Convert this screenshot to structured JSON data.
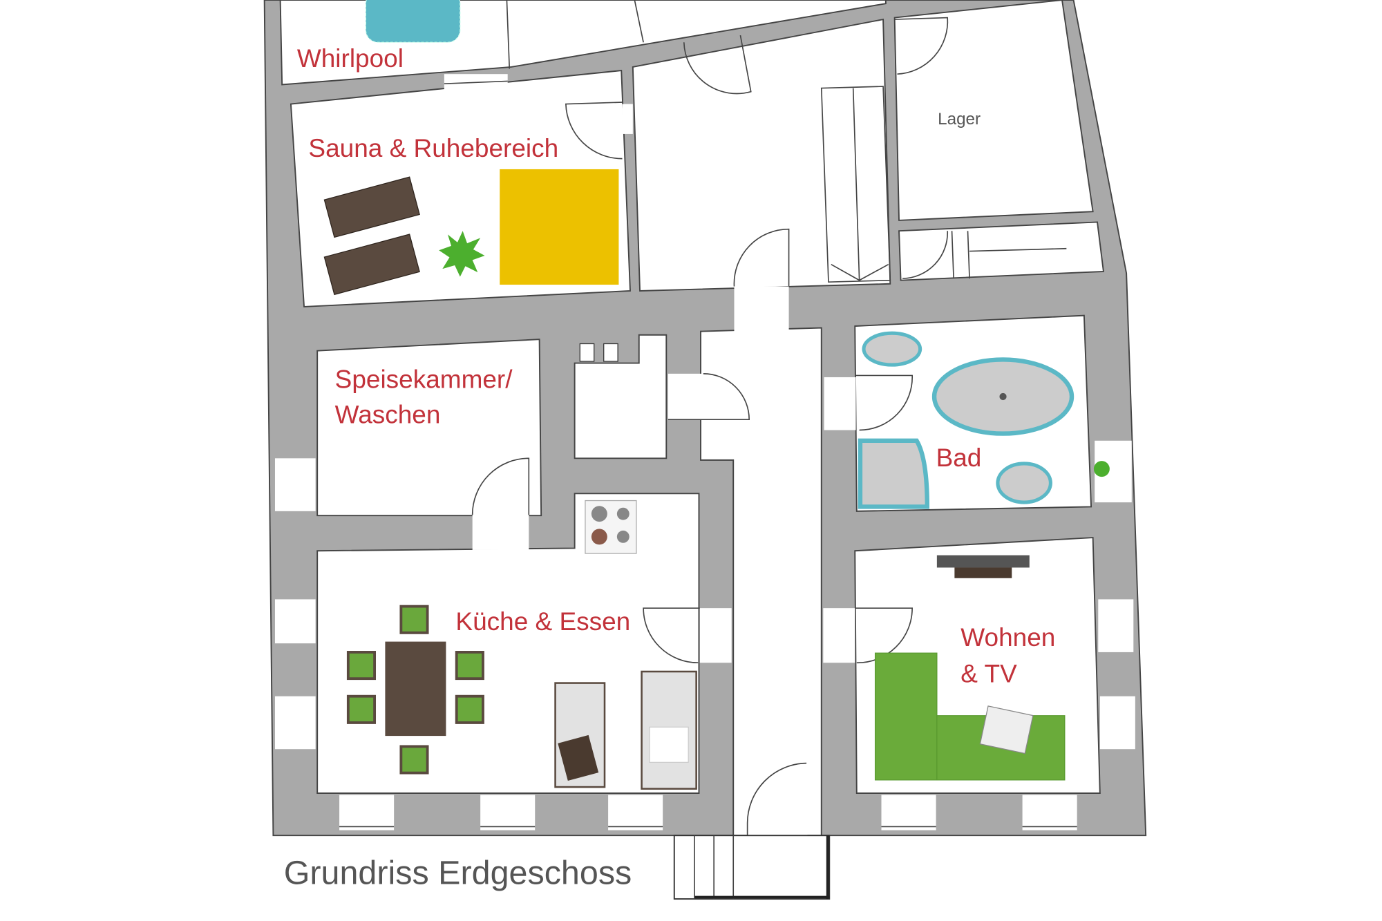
{
  "plan": {
    "title": "Grundriss Erdgeschoss",
    "rooms": {
      "whirlpool": "Whirlpool",
      "sauna": "Sauna & Ruhebereich",
      "lager": "Lager",
      "speisekammer_line1": "Speisekammer/",
      "speisekammer_line2": "Waschen",
      "kueche": "Küche & Essen",
      "bad": "Bad",
      "wohnen_line1": "Wohnen",
      "wohnen_line2": "& TV"
    }
  },
  "colors": {
    "label": "#c2323a",
    "wall": "#a9a9a9",
    "sauna": "#ecc100",
    "sofa": "#6aab3a",
    "water": "#5bb8c6",
    "wood": "#5a4a3f"
  }
}
